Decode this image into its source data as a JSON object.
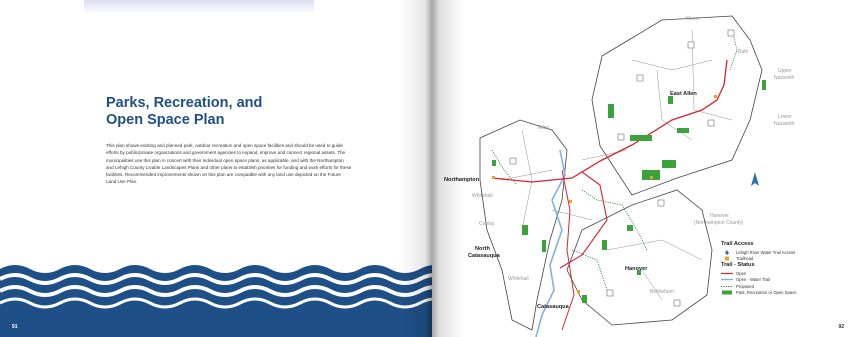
{
  "left_page": {
    "title_line1": "Parks, Recreation, and",
    "title_line2": "Open Space Plan",
    "body": "This plan shows existing and planned park, outdoor recreation and open space facilities and should be used to guide efforts by public/private organizations and government agencies to expand, improve and connect regional assets. The municipalities use this plan in concert with their individual open space plans, as applicable, and with the Northampton and Lehigh County Livable Landscapes Plans and other plans to establish priorities for funding and work efforts for these facilities. Recommended improvements shown on this plan are compatible with any land use depicted on the Future Land Use Plan.",
    "page_number": "91",
    "colors": {
      "title": "#1f4f87",
      "wave_dark": "#1f4f87",
      "wave_light": "#ffffff"
    }
  },
  "right_page": {
    "page_number": "92",
    "map_labels": {
      "moore": "Moore",
      "bath": "Bath",
      "upper_nazareth_1": "Upper",
      "upper_nazareth_2": "Nazareth",
      "lower_nazareth_1": "Lower",
      "lower_nazareth_2": "Nazareth",
      "east_allen": "East Allen",
      "allen": "Allen",
      "northampton": "Northampton",
      "whitehall": "Whitehall",
      "coplay": "Coplay",
      "hanover_nc_1": "Hanover",
      "hanover_nc_2": "(Northampton County)",
      "north_catasauqua_1": "North",
      "north_catasauqua_2": "Catasauqua",
      "hanover": "Hanover",
      "whitehall_lower": "Whitehall",
      "bethlehem": "Bethlehem",
      "catasauqua": "Catasauqua"
    },
    "legend": {
      "access_heading": "Trail Access",
      "water_access": "Lehigh River Water Trail Access",
      "trailhead": "Trailhead",
      "status_heading": "Trail - Status",
      "open": "Open",
      "open_water": "Open - Water Trail",
      "proposed": "Proposed",
      "park": "Park, Recreation or Open Space"
    },
    "colors": {
      "trail_open": "#d9232e",
      "water_trail": "#7fb2e5",
      "proposed": "#2e7d32",
      "park": "#3aa33c",
      "trailhead": "#f0a020",
      "boundary": "#555555"
    }
  }
}
